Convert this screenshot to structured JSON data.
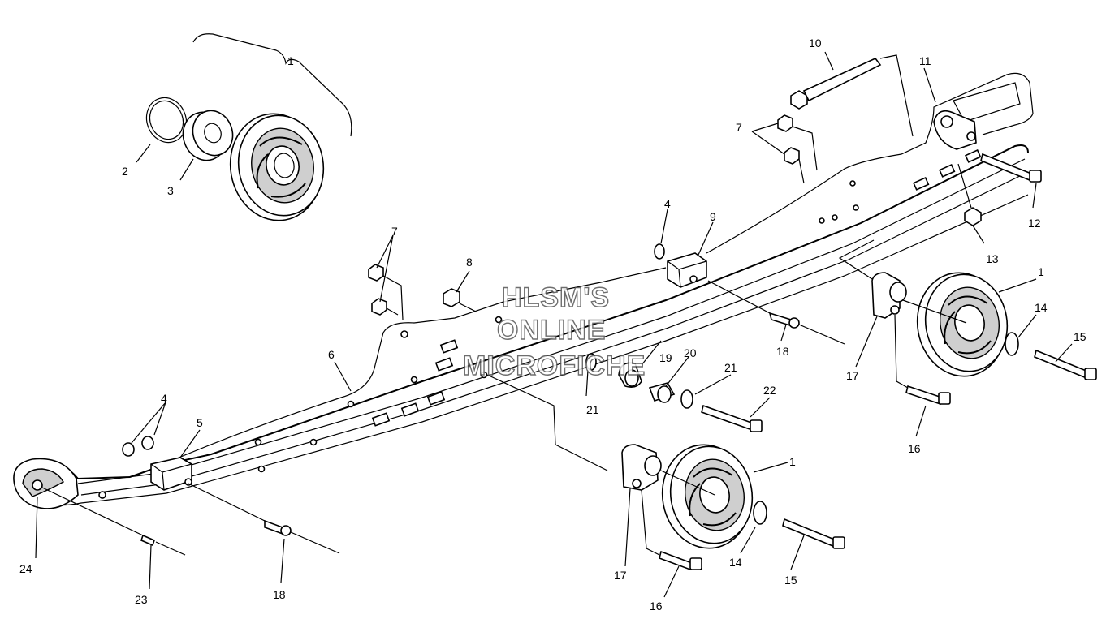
{
  "watermark": {
    "line1": "HLSM'S",
    "line2": "ONLINE",
    "line3": "MICROFICHE"
  },
  "callouts": [
    {
      "id": "c1a",
      "label": "1"
    },
    {
      "id": "c2",
      "label": "2"
    },
    {
      "id": "c3",
      "label": "3"
    },
    {
      "id": "c10",
      "label": "10"
    },
    {
      "id": "c11",
      "label": "11"
    },
    {
      "id": "c7a",
      "label": "7"
    },
    {
      "id": "c12",
      "label": "12"
    },
    {
      "id": "c13",
      "label": "13"
    },
    {
      "id": "c4a",
      "label": "4"
    },
    {
      "id": "c9",
      "label": "9"
    },
    {
      "id": "c7b",
      "label": "7"
    },
    {
      "id": "c8",
      "label": "8"
    },
    {
      "id": "c1b",
      "label": "1"
    },
    {
      "id": "c14a",
      "label": "14"
    },
    {
      "id": "c15a",
      "label": "15"
    },
    {
      "id": "c6",
      "label": "6"
    },
    {
      "id": "c18a",
      "label": "18"
    },
    {
      "id": "c19",
      "label": "19"
    },
    {
      "id": "c20",
      "label": "20"
    },
    {
      "id": "c21a",
      "label": "21"
    },
    {
      "id": "c21b",
      "label": "21"
    },
    {
      "id": "c17a",
      "label": "17"
    },
    {
      "id": "c22",
      "label": "22"
    },
    {
      "id": "c16a",
      "label": "16"
    },
    {
      "id": "c4b",
      "label": "4"
    },
    {
      "id": "c5",
      "label": "5"
    },
    {
      "id": "c1c",
      "label": "1"
    },
    {
      "id": "c24",
      "label": "24"
    },
    {
      "id": "c23",
      "label": "23"
    },
    {
      "id": "c18b",
      "label": "18"
    },
    {
      "id": "c17b",
      "label": "17"
    },
    {
      "id": "c14b",
      "label": "14"
    },
    {
      "id": "c15b",
      "label": "15"
    },
    {
      "id": "c16b",
      "label": "16"
    }
  ]
}
